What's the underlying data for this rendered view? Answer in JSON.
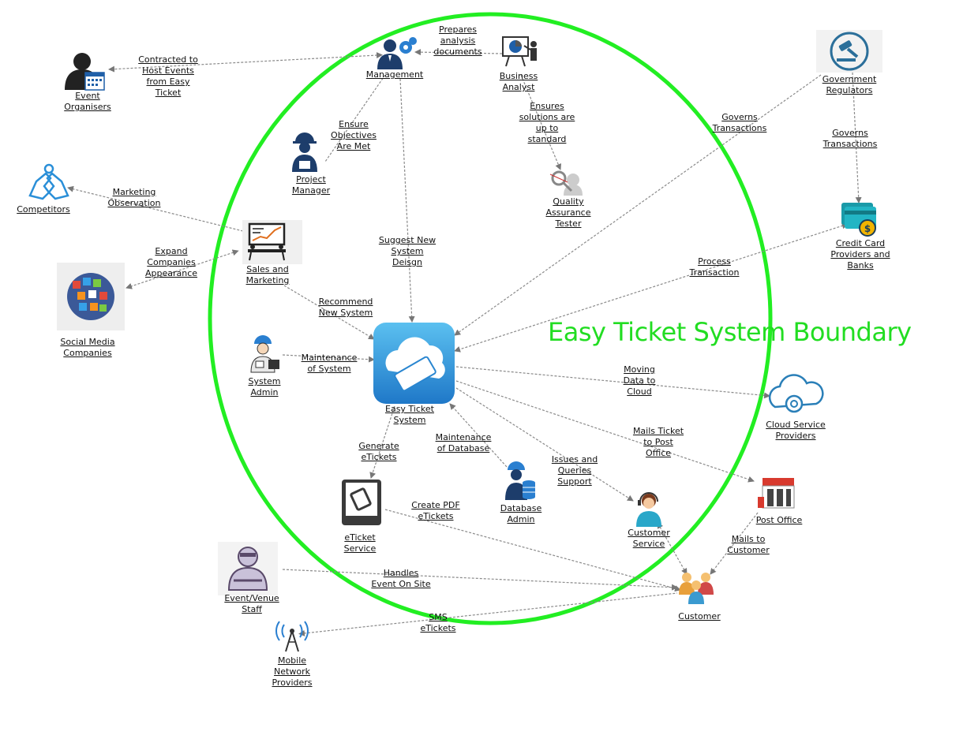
{
  "boundary": {
    "title": "Easy Ticket System Boundary",
    "color": "#22dd22"
  },
  "nodes": {
    "easy_ticket_system": {
      "label": "Easy  Ticket\nSystem",
      "icon": "cloud-ticket-icon"
    },
    "management": {
      "label": "Management",
      "icon": "manager-gears-icon"
    },
    "event_organisers": {
      "label": "Event\nOrganisers",
      "icon": "person-calendar-icon"
    },
    "business_analyst": {
      "label": "Business\nAnalyst",
      "icon": "presentation-icon"
    },
    "government_regulators": {
      "label": "Government\nRegulators",
      "icon": "gavel-icon"
    },
    "project_manager": {
      "label": "Project\nManager",
      "icon": "engineer-icon"
    },
    "quality_assurance_tester": {
      "label": "Quality\nAssurance\nTester",
      "icon": "magnifier-person-icon"
    },
    "competitors": {
      "label": "Competitors",
      "icon": "arm-wrestling-icon"
    },
    "sales_and_marketing": {
      "label": "Sales and\nMarketing",
      "icon": "meeting-board-icon"
    },
    "credit_card_providers": {
      "label": "Credit Card\nProviders and\nBanks",
      "icon": "credit-card-icon"
    },
    "social_media_companies": {
      "label": "Social Media\nCompanies",
      "icon": "social-globe-icon"
    },
    "system_admin": {
      "label": "System\nAdmin",
      "icon": "admin-computer-icon"
    },
    "cloud_service_providers": {
      "label": "Cloud Service\nProviders",
      "icon": "cloud-gear-icon"
    },
    "database_admin": {
      "label": "Database\nAdmin",
      "icon": "database-admin-icon"
    },
    "eticket_service": {
      "label": "eTicket\nService",
      "icon": "phone-ticket-icon"
    },
    "post_office": {
      "label": "Post Office",
      "icon": "post-office-icon"
    },
    "customer_service": {
      "label": "Customer\nService",
      "icon": "headset-agent-icon"
    },
    "event_venue_staff": {
      "label": "Event/Venue\nStaff",
      "icon": "staff-person-icon"
    },
    "customer": {
      "label": "Customer",
      "icon": "customer-group-icon"
    },
    "mobile_network_providers": {
      "label": "Mobile\nNetwork\nProviders",
      "icon": "antenna-icon"
    }
  },
  "edges": {
    "contracted": "Contracted to\nHost Events\nfrom Easy\nTicket",
    "prepares_analysis": "Prepares\nanalysis\ndocuments",
    "ensures_solutions": "Ensures\nsolutions are\nup to\nstandard",
    "governs_1": "Governs\nTransactions",
    "governs_2": "Governs\nTransactions",
    "ensure_objectives": "Ensure\nObjectives\nAre Met",
    "marketing_observation": "Marketing\nObservation",
    "expand_companies": "Expand\nCompanies\nAppearance",
    "suggest_new": "Suggest New\nSystem\nDeisgn",
    "process_transaction": "Process\nTransaction",
    "recommend_new": "Recommend\nNew System",
    "maintenance_system": "Maintenance\nof System",
    "moving_data": "Moving\nData to\nCloud",
    "mails_ticket": "Mails Ticket\nto Post\nOffice",
    "maintenance_database": "Maintenance\nof Database",
    "generate_etickets": "Generate\neTickets",
    "issues_queries": "Issues and\nQueries\nSupport",
    "create_pdf": "Create PDF\neTickets",
    "mails_customer": "Mails to\nCustomer",
    "handles_event": "Handles\nEvent On Site",
    "sms_etickets": "SMS\neTickets"
  }
}
